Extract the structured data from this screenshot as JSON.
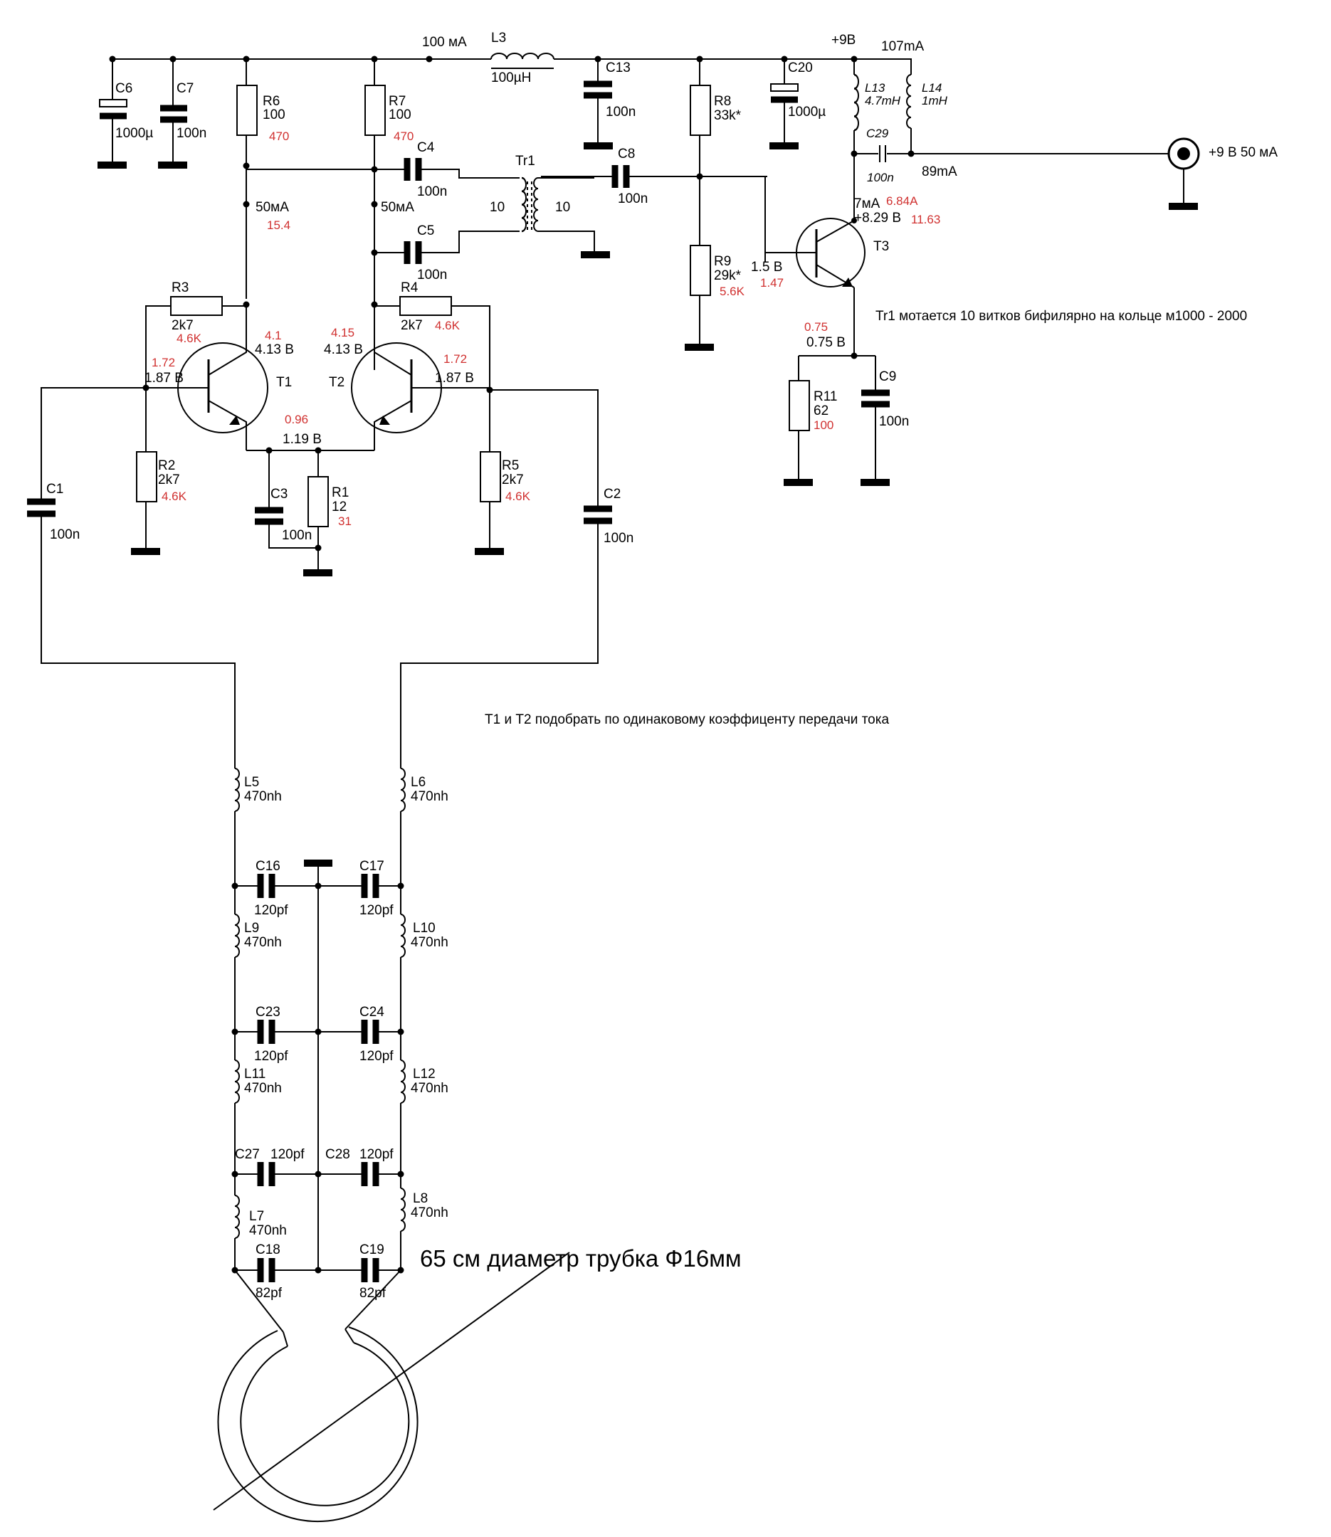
{
  "colors": {
    "wire": "#000000",
    "annotation": "#d0302f",
    "background": "#ffffff"
  },
  "labels": {
    "C6": "C6",
    "C6_v": "1000µ",
    "C7": "C7",
    "C7_v": "100n",
    "R6": "R6",
    "R6_v": "100",
    "R6_m": "470",
    "R7": "R7",
    "R7_v": "100",
    "R7_m": "470",
    "L3": "L3",
    "L3_v": "100µH",
    "I_top": "100 мА",
    "C13": "C13",
    "C13_v": "100n",
    "R8": "R8",
    "R8_v": "33k*",
    "C20": "C20",
    "C20_v": "1000µ",
    "V9": "+9В",
    "I107": "107mA",
    "L13": "L13",
    "L13_v": "4.7mH",
    "L14": "L14",
    "L14_v": "1mH",
    "C29": "C29",
    "C29_v": "100n",
    "out": "+9 В  50 мА",
    "I89": "89mA",
    "C4": "C4",
    "C4_v": "100n",
    "C5": "C5",
    "C5_v": "100n",
    "C8": "C8",
    "C8_v": "100n",
    "Tr1": "Tr1",
    "Tr1_w1": "10",
    "Tr1_w2": "10",
    "I50a": "50мА",
    "I50a_m": "15.4",
    "I50b": "50мА",
    "R9": "R9",
    "R9_v": "29k*",
    "R9_m": "5.6K",
    "T3": "T3",
    "T3_c": "7мА",
    "T3_cm": "6.84A",
    "T3_cv": "+8.29 В",
    "T3_cvm": "11.63",
    "T3_b": "1.5 В",
    "T3_bm": "1.47",
    "T3_e_m": "0.75",
    "T3_e": "0.75 В",
    "note_tr1": "Tr1 мотается 10 витков бифилярно  на кольце м1000 - 2000",
    "R3": "R3",
    "R3_v": "2k7",
    "R3_m": "4.6K",
    "R4": "R4",
    "R4_v": "2k7",
    "R4_m": "4.6K",
    "T1": "T1",
    "T1_cm": "4.1",
    "T1_c": "4.13 В",
    "T1_bm": "1.72",
    "T1_b": "1.87 В",
    "T2": "T2",
    "T2_cm": "4.15",
    "T2_c": "4.13 В",
    "T2_bm": "1.72",
    "T2_b": "1.87 В",
    "E_m": "0.96",
    "E": "1.19 В",
    "R11": "R11",
    "R11_v": "62",
    "R11_m": "100",
    "C9": "C9",
    "C9_v": "100n",
    "R2": "R2",
    "R2_v": "2k7",
    "R2_m": "4.6K",
    "C3": "C3",
    "C3_v": "100n",
    "R1": "R1",
    "R1_v": "12",
    "R1_m": "31",
    "R5": "R5",
    "R5_v": "2k7",
    "R5_m": "4.6K",
    "C1": "C1",
    "C1_v": "100n",
    "C2": "C2",
    "C2_v": "100n",
    "note_t1t2": "T1 и T2 подобрать по одинаковому коэффиценту передачи тока",
    "L5": "L5",
    "L5_v": "470nh",
    "L6": "L6",
    "L6_v": "470nh",
    "C16": "C16",
    "C16_v": "120pf",
    "C17": "C17",
    "C17_v": "120pf",
    "L9": "L9",
    "L9_v": "470nh",
    "L10": "L10",
    "L10_v": "470nh",
    "C23": "C23",
    "C23_v": "120pf",
    "C24": "C24",
    "C24_v": "120pf",
    "L11": "L11",
    "L11_v": "470nh",
    "L12": "L12",
    "L12_v": "470nh",
    "C27": "C27",
    "C27_v": "120pf",
    "C28": "C28",
    "C28_v": "120pf",
    "L7": "L7",
    "L7_v": "470nh",
    "L8": "L8",
    "L8_v": "470nh",
    "C18": "C18",
    "C18_v": "82pf",
    "C19": "C19",
    "C19_v": "82pf",
    "loop": "65 см диаметр трубка Ф16мм"
  }
}
